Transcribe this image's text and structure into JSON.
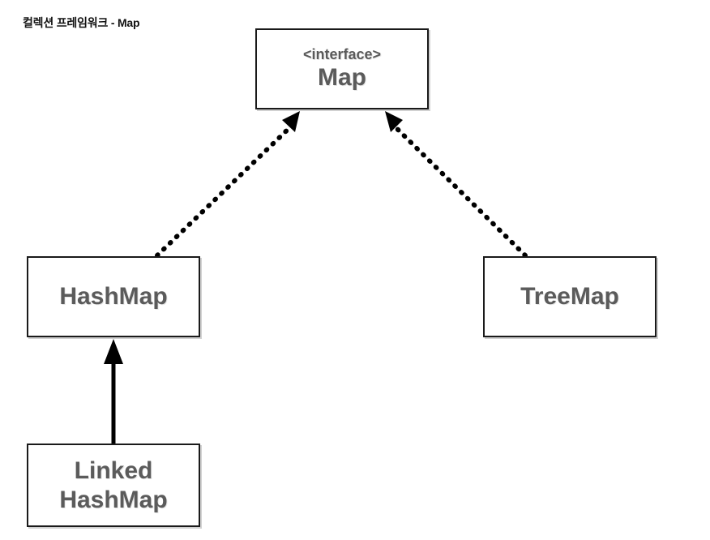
{
  "diagram": {
    "title": "컬렉션 프레임워크 - Map",
    "type": "uml-class-diagram",
    "background_color": "#ffffff",
    "node_text_color": "#5b5b5b",
    "node_border_color": "#1a1a1a",
    "edge_color": "#000000",
    "nodes": [
      {
        "id": "map",
        "stereotype": "<interface>",
        "label": "Map",
        "kind": "interface"
      },
      {
        "id": "hashmap",
        "label": "HashMap",
        "kind": "class"
      },
      {
        "id": "treemap",
        "label": "TreeMap",
        "kind": "class"
      },
      {
        "id": "linkedhashmap",
        "label_line1": "Linked",
        "label_line2": "HashMap",
        "label": "LinkedHashMap",
        "kind": "class"
      }
    ],
    "edges": [
      {
        "id": "hashmap-implements-map",
        "from": "hashmap",
        "to": "map",
        "style": "dotted",
        "arrow": "solid-triangle",
        "relation": "realization"
      },
      {
        "id": "treemap-implements-map",
        "from": "treemap",
        "to": "map",
        "style": "dotted",
        "arrow": "solid-triangle",
        "relation": "realization"
      },
      {
        "id": "linkedhashmap-extends-hashmap",
        "from": "linkedhashmap",
        "to": "hashmap",
        "style": "solid",
        "arrow": "solid-triangle",
        "relation": "generalization"
      }
    ]
  }
}
